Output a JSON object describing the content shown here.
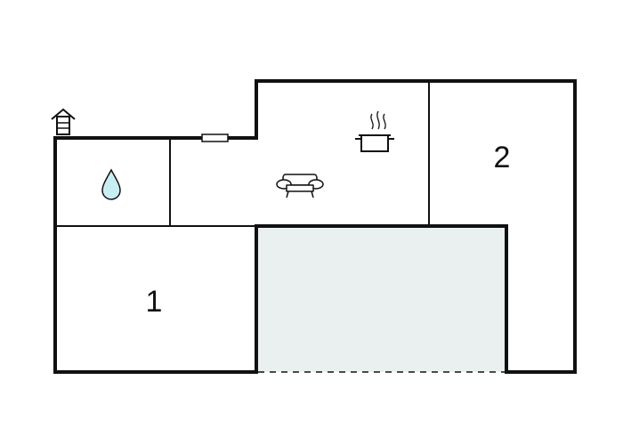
{
  "plan": {
    "rooms": [
      {
        "id": "room-1",
        "label": "1"
      },
      {
        "id": "room-2",
        "label": "2"
      }
    ],
    "terrace_fill": "#eaefef",
    "wall_color": "#111111",
    "water_drop_fill": "#c9eef2",
    "icons": [
      "water-drop-icon",
      "armchair-icon",
      "cooking-pot-icon",
      "house-icon",
      "window-icon"
    ]
  }
}
